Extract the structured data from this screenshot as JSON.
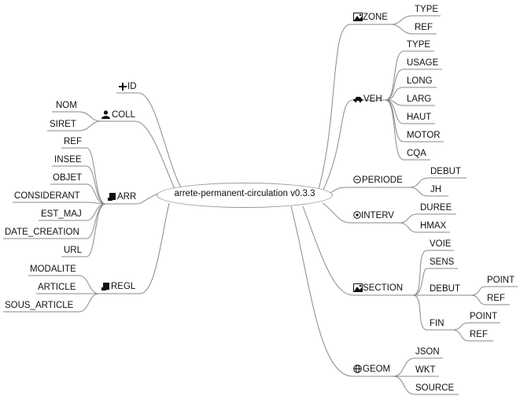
{
  "root": {
    "label": "arrete-permanent-circulation v0.3.3"
  },
  "left": {
    "id": {
      "label": "ID",
      "icon": "plus-icon"
    },
    "coll": {
      "label": "COLL",
      "icon": "person-icon",
      "children": [
        "NOM",
        "SIRET"
      ]
    },
    "arr": {
      "label": "ARR",
      "icon": "document-icon",
      "children": [
        "REF",
        "INSEE",
        "OBJET",
        "CONSIDERANT",
        "EST_MAJ",
        "DATE_CREATION",
        "URL"
      ]
    },
    "regl": {
      "label": "REGL",
      "icon": "document-icon",
      "children": [
        "MODALITE",
        "ARTICLE",
        "SOUS_ARTICLE"
      ]
    }
  },
  "right": {
    "zone": {
      "label": "ZONE",
      "icon": "map-icon",
      "children": [
        "TYPE",
        "REF"
      ]
    },
    "veh": {
      "label": "VEH",
      "icon": "car-icon",
      "children": [
        "TYPE",
        "USAGE",
        "LONG",
        "LARG",
        "HAUT",
        "MOTOR",
        "CQA"
      ]
    },
    "periode": {
      "label": "PERIODE",
      "icon": "minus-circle-icon",
      "children": [
        "DEBUT",
        "JH"
      ]
    },
    "interv": {
      "label": "INTERV",
      "icon": "circle-icon",
      "children": [
        "DUREE",
        "HMAX"
      ]
    },
    "section": {
      "label": "SECTION",
      "icon": "map-icon",
      "children": {
        "voie": "VOIE",
        "sens": "SENS",
        "debut": {
          "label": "DEBUT",
          "children": [
            "POINT",
            "REF"
          ]
        },
        "fin": {
          "label": "FIN",
          "children": [
            "POINT",
            "REF"
          ]
        }
      }
    },
    "geom": {
      "label": "GEOM",
      "icon": "globe-icon",
      "children": [
        "JSON",
        "WKT",
        "SOURCE"
      ]
    }
  },
  "colors": {
    "link": "#8a8a8a",
    "text": "#111111"
  }
}
